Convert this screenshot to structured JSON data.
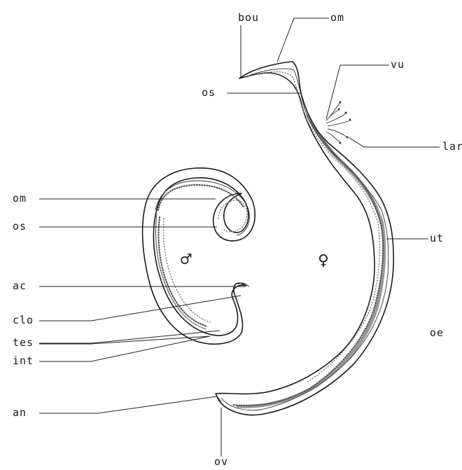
{
  "labels": {
    "bou": "bou",
    "om_female": "om",
    "vu": "vu",
    "os_female": "os",
    "lar": "lar",
    "om_male": "om",
    "os_male": "os",
    "ut": "ut",
    "ac": "ac",
    "clo": "clo",
    "tes": "tes",
    "int": "int",
    "oe": "oe",
    "an": "an",
    "ov": "ov"
  },
  "symbols": {
    "male": "♂",
    "female": "♀"
  }
}
